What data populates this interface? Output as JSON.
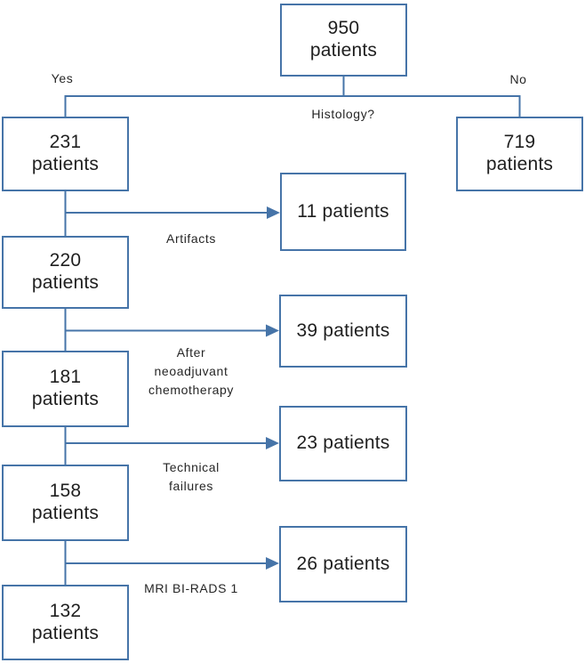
{
  "figure": {
    "type": "patient-flow-diagram",
    "colors": {
      "line": "#4674a8",
      "text": "#1f1f1f",
      "background": "#ffffff"
    },
    "nodes": {
      "total": "950\npatients",
      "histology_yes": "231\npatients",
      "histology_no": "719\npatients",
      "after_artifacts": "220\npatients",
      "after_neoadjuvant": "181\npatients",
      "after_technical": "158\npatients",
      "final": "132\npatients"
    },
    "decision": {
      "question": "Histology?",
      "yes": "Yes",
      "no": "No"
    },
    "exclusions": [
      {
        "count": "11 patients",
        "reason": "Artifacts"
      },
      {
        "count": "39 patients",
        "reason": "After\nneoadjuvant\nchemotherapy"
      },
      {
        "count": "23 patients",
        "reason": "Technical\nfailures"
      },
      {
        "count": "26 patients",
        "reason": "MRI BI-RADS 1"
      }
    ]
  }
}
